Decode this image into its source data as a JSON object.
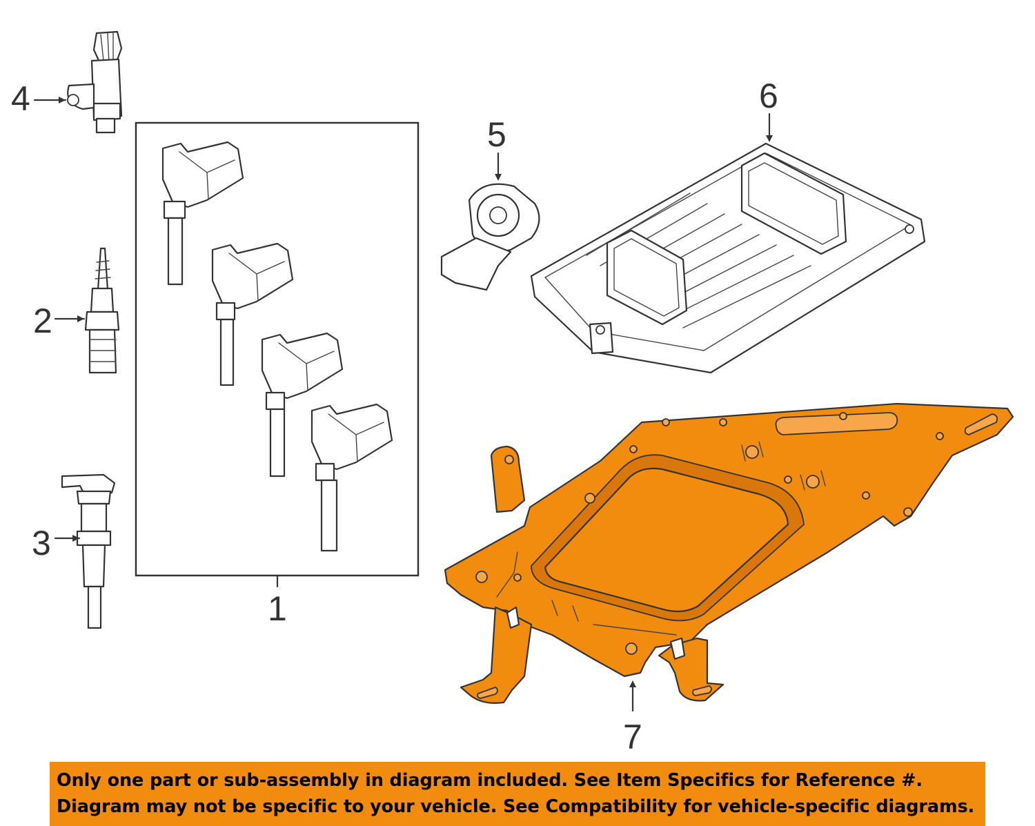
{
  "colors": {
    "highlight": "#f28c0f",
    "banner_background": "#f28c0f",
    "line": "#333333",
    "background": "#ffffff"
  },
  "callouts": [
    {
      "id": "1",
      "label": "1",
      "part": "ignition-coil-set"
    },
    {
      "id": "2",
      "label": "2",
      "part": "spark-plug"
    },
    {
      "id": "3",
      "label": "3",
      "part": "sensor-probe"
    },
    {
      "id": "4",
      "label": "4",
      "part": "position-sensor"
    },
    {
      "id": "5",
      "label": "5",
      "part": "knock-sensor"
    },
    {
      "id": "6",
      "label": "6",
      "part": "engine-control-module"
    },
    {
      "id": "7",
      "label": "7",
      "part": "mounting-bracket"
    }
  ],
  "disclaimer": {
    "line1": "Only one part or sub-assembly in diagram included. See Item Specifics for Reference #.",
    "line2": "Diagram may not be specific to your vehicle. See Compatibility for vehicle-specific diagrams."
  }
}
